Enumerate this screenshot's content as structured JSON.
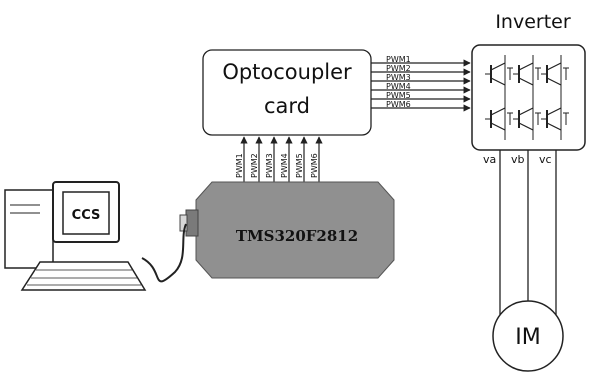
{
  "inverter": {
    "title": "Inverter"
  },
  "optocoupler": {
    "line1": "Optocoupler",
    "line2": "card"
  },
  "pwm_top_labels": [
    "PWM1",
    "PWM2",
    "PWM3",
    "PWM4",
    "PWM5",
    "PWM6"
  ],
  "pwm_bottom_labels": [
    "PWM1",
    "PWM2",
    "PWM3",
    "PWM4",
    "PWM5",
    "PWM6"
  ],
  "dsp": {
    "label": "TMS320F2812"
  },
  "computer": {
    "screen_label": "CCS"
  },
  "phases": {
    "a": "va",
    "b": "vb",
    "c": "vc"
  },
  "motor": {
    "label": "IM"
  },
  "colors": {
    "dsp_fill": "#909090",
    "stroke": "#222222",
    "background": "#ffffff"
  }
}
